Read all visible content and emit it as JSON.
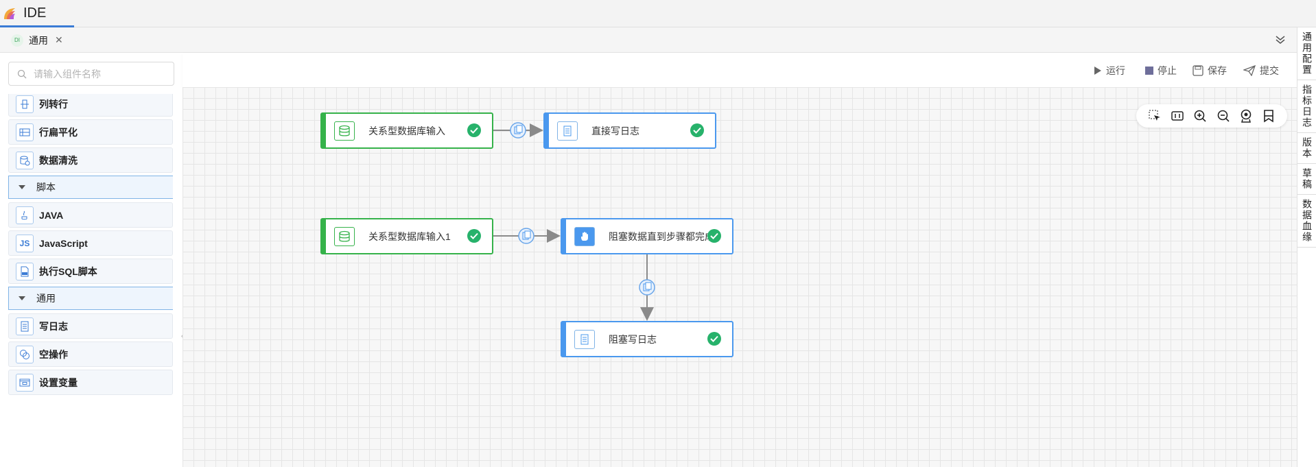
{
  "app": {
    "title": "IDE"
  },
  "tabs": [
    {
      "badge": "DI",
      "label": "通用"
    }
  ],
  "search": {
    "placeholder": "请输入组件名称",
    "value": ""
  },
  "components": {
    "items_top": [
      {
        "label": "列转行",
        "icon": "column-to-row-icon"
      },
      {
        "label": "行扁平化",
        "icon": "row-flatten-icon"
      },
      {
        "label": "数据清洗",
        "icon": "data-cleanse-icon"
      }
    ],
    "group_script": {
      "label": "脚本"
    },
    "items_script": [
      {
        "label": "JAVA",
        "icon": "java-icon"
      },
      {
        "label": "JavaScript",
        "icon": "javascript-icon",
        "glyph": "JS"
      },
      {
        "label": "执行SQL脚本",
        "icon": "sql-script-icon"
      }
    ],
    "group_general": {
      "label": "通用"
    },
    "items_general": [
      {
        "label": "写日志",
        "icon": "write-log-icon"
      },
      {
        "label": "空操作",
        "icon": "noop-icon"
      },
      {
        "label": "设置变量",
        "icon": "set-variable-icon"
      }
    ]
  },
  "toolbar": {
    "run": "运行",
    "stop": "停止",
    "save": "保存",
    "submit": "提交"
  },
  "right_panel": [
    {
      "label": "通用配置"
    },
    {
      "label": "指标日志"
    },
    {
      "label": "版本"
    },
    {
      "label": "草稿"
    },
    {
      "label": "数据血缘"
    }
  ],
  "canvas": {
    "nodes": [
      {
        "id": "n1",
        "label": "关系型数据库输入",
        "status": "success",
        "color": "#35b24a"
      },
      {
        "id": "n2",
        "label": "直接写日志",
        "status": "success",
        "color": "#4a98ee"
      },
      {
        "id": "n3",
        "label": "关系型数据库输入1",
        "status": "success",
        "color": "#35b24a"
      },
      {
        "id": "n4",
        "label": "阻塞数据直到步骤都完成",
        "status": "success",
        "color": "#4a98ee"
      },
      {
        "id": "n5",
        "label": "阻塞写日志",
        "status": "success",
        "color": "#4a98ee"
      }
    ],
    "edges": [
      {
        "from": "n1",
        "to": "n2",
        "mode": "copy"
      },
      {
        "from": "n3",
        "to": "n4",
        "mode": "copy"
      },
      {
        "from": "n4",
        "to": "n5",
        "mode": "copy"
      }
    ]
  },
  "colors": {
    "accent": "#3a7bd5",
    "success": "#27b26b",
    "source_node": "#35b24a",
    "target_node": "#4a98ee"
  }
}
